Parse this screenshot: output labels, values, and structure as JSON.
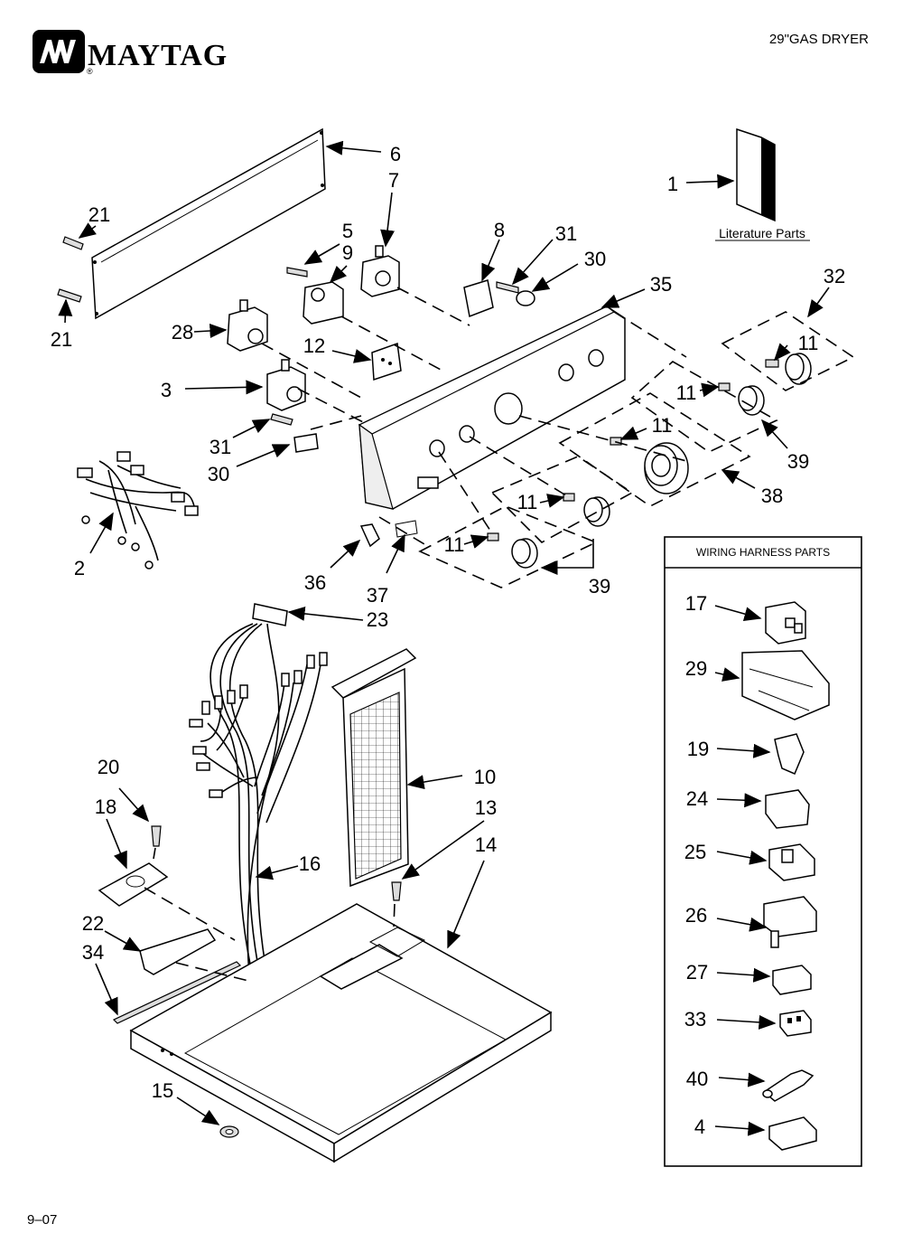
{
  "brand": {
    "name": "MAYTAG",
    "registered": "®"
  },
  "header": {
    "model": "29\"GAS DRYER"
  },
  "footer": {
    "page_code": "9–07"
  },
  "literature": {
    "label": "Literature Parts"
  },
  "wiring_box": {
    "title": "WIRING HARNESS PARTS"
  },
  "callouts": {
    "c1": "1",
    "c2": "2",
    "c3": "3",
    "c4": "4",
    "c5": "5",
    "c6": "6",
    "c7": "7",
    "c8": "8",
    "c9": "9",
    "c10": "10",
    "c11a": "11",
    "c11b": "11",
    "c11c": "11",
    "c11d": "11",
    "c11e": "11",
    "c12": "12",
    "c13": "13",
    "c14": "14",
    "c15": "15",
    "c16": "16",
    "c17": "17",
    "c18": "18",
    "c19": "19",
    "c20": "20",
    "c21a": "21",
    "c21b": "21",
    "c22": "22",
    "c23": "23",
    "c24": "24",
    "c25": "25",
    "c26": "26",
    "c27": "27",
    "c28": "28",
    "c29": "29",
    "c30a": "30",
    "c30b": "30",
    "c31a": "31",
    "c31b": "31",
    "c32": "32",
    "c33": "33",
    "c34": "34",
    "c35": "35",
    "c36": "36",
    "c37": "37",
    "c38": "38",
    "c39a": "39",
    "c39b": "39",
    "c40": "40"
  }
}
